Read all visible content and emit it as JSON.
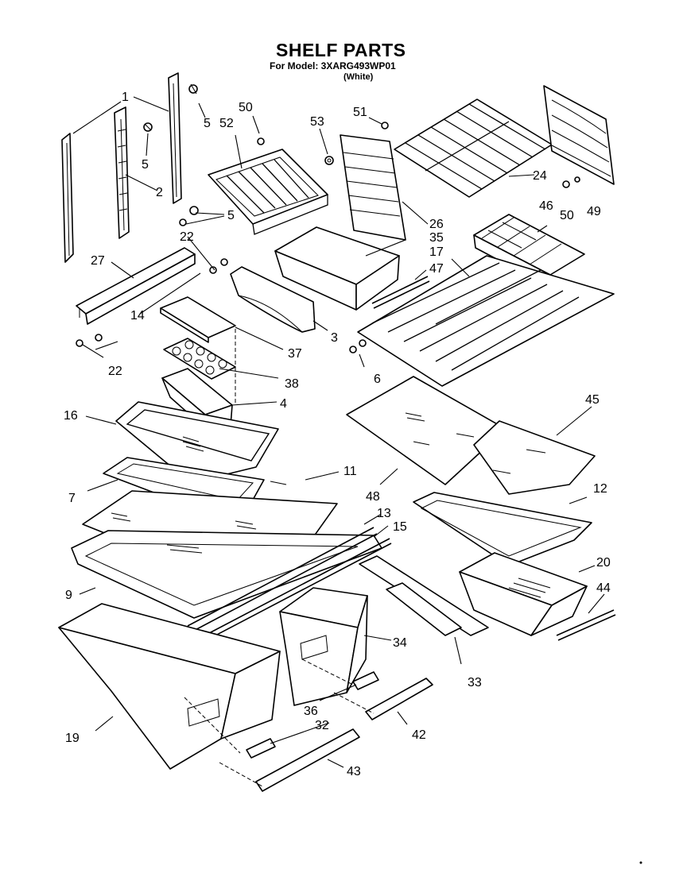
{
  "header": {
    "title": "SHELF PARTS",
    "model_line": "For Model: 3XARG493WP01",
    "color_line": "(White)"
  },
  "callouts": [
    {
      "id": "c1",
      "text": "1"
    },
    {
      "id": "c2",
      "text": "2"
    },
    {
      "id": "c3",
      "text": "3"
    },
    {
      "id": "c4",
      "text": "4"
    },
    {
      "id": "c5a",
      "text": "5"
    },
    {
      "id": "c5b",
      "text": "5"
    },
    {
      "id": "c5c",
      "text": "5"
    },
    {
      "id": "c6",
      "text": "6"
    },
    {
      "id": "c7",
      "text": "7"
    },
    {
      "id": "c9",
      "text": "9"
    },
    {
      "id": "c11",
      "text": "11"
    },
    {
      "id": "c12",
      "text": "12"
    },
    {
      "id": "c13",
      "text": "13"
    },
    {
      "id": "c14",
      "text": "14"
    },
    {
      "id": "c15",
      "text": "15"
    },
    {
      "id": "c16",
      "text": "16"
    },
    {
      "id": "c17",
      "text": "17"
    },
    {
      "id": "c19",
      "text": "19"
    },
    {
      "id": "c20",
      "text": "20"
    },
    {
      "id": "c22a",
      "text": "22"
    },
    {
      "id": "c22b",
      "text": "22"
    },
    {
      "id": "c24",
      "text": "24"
    },
    {
      "id": "c26",
      "text": "26"
    },
    {
      "id": "c27",
      "text": "27"
    },
    {
      "id": "c32",
      "text": "32"
    },
    {
      "id": "c33",
      "text": "33"
    },
    {
      "id": "c34",
      "text": "34"
    },
    {
      "id": "c35",
      "text": "35"
    },
    {
      "id": "c36",
      "text": "36"
    },
    {
      "id": "c37",
      "text": "37"
    },
    {
      "id": "c38",
      "text": "38"
    },
    {
      "id": "c42",
      "text": "42"
    },
    {
      "id": "c43",
      "text": "43"
    },
    {
      "id": "c44",
      "text": "44"
    },
    {
      "id": "c45",
      "text": "45"
    },
    {
      "id": "c46",
      "text": "46"
    },
    {
      "id": "c47",
      "text": "47"
    },
    {
      "id": "c48",
      "text": "48"
    },
    {
      "id": "c49",
      "text": "49"
    },
    {
      "id": "c50a",
      "text": "50"
    },
    {
      "id": "c50b",
      "text": "50"
    },
    {
      "id": "c51",
      "text": "51"
    },
    {
      "id": "c52",
      "text": "52"
    },
    {
      "id": "c53",
      "text": "53"
    }
  ]
}
